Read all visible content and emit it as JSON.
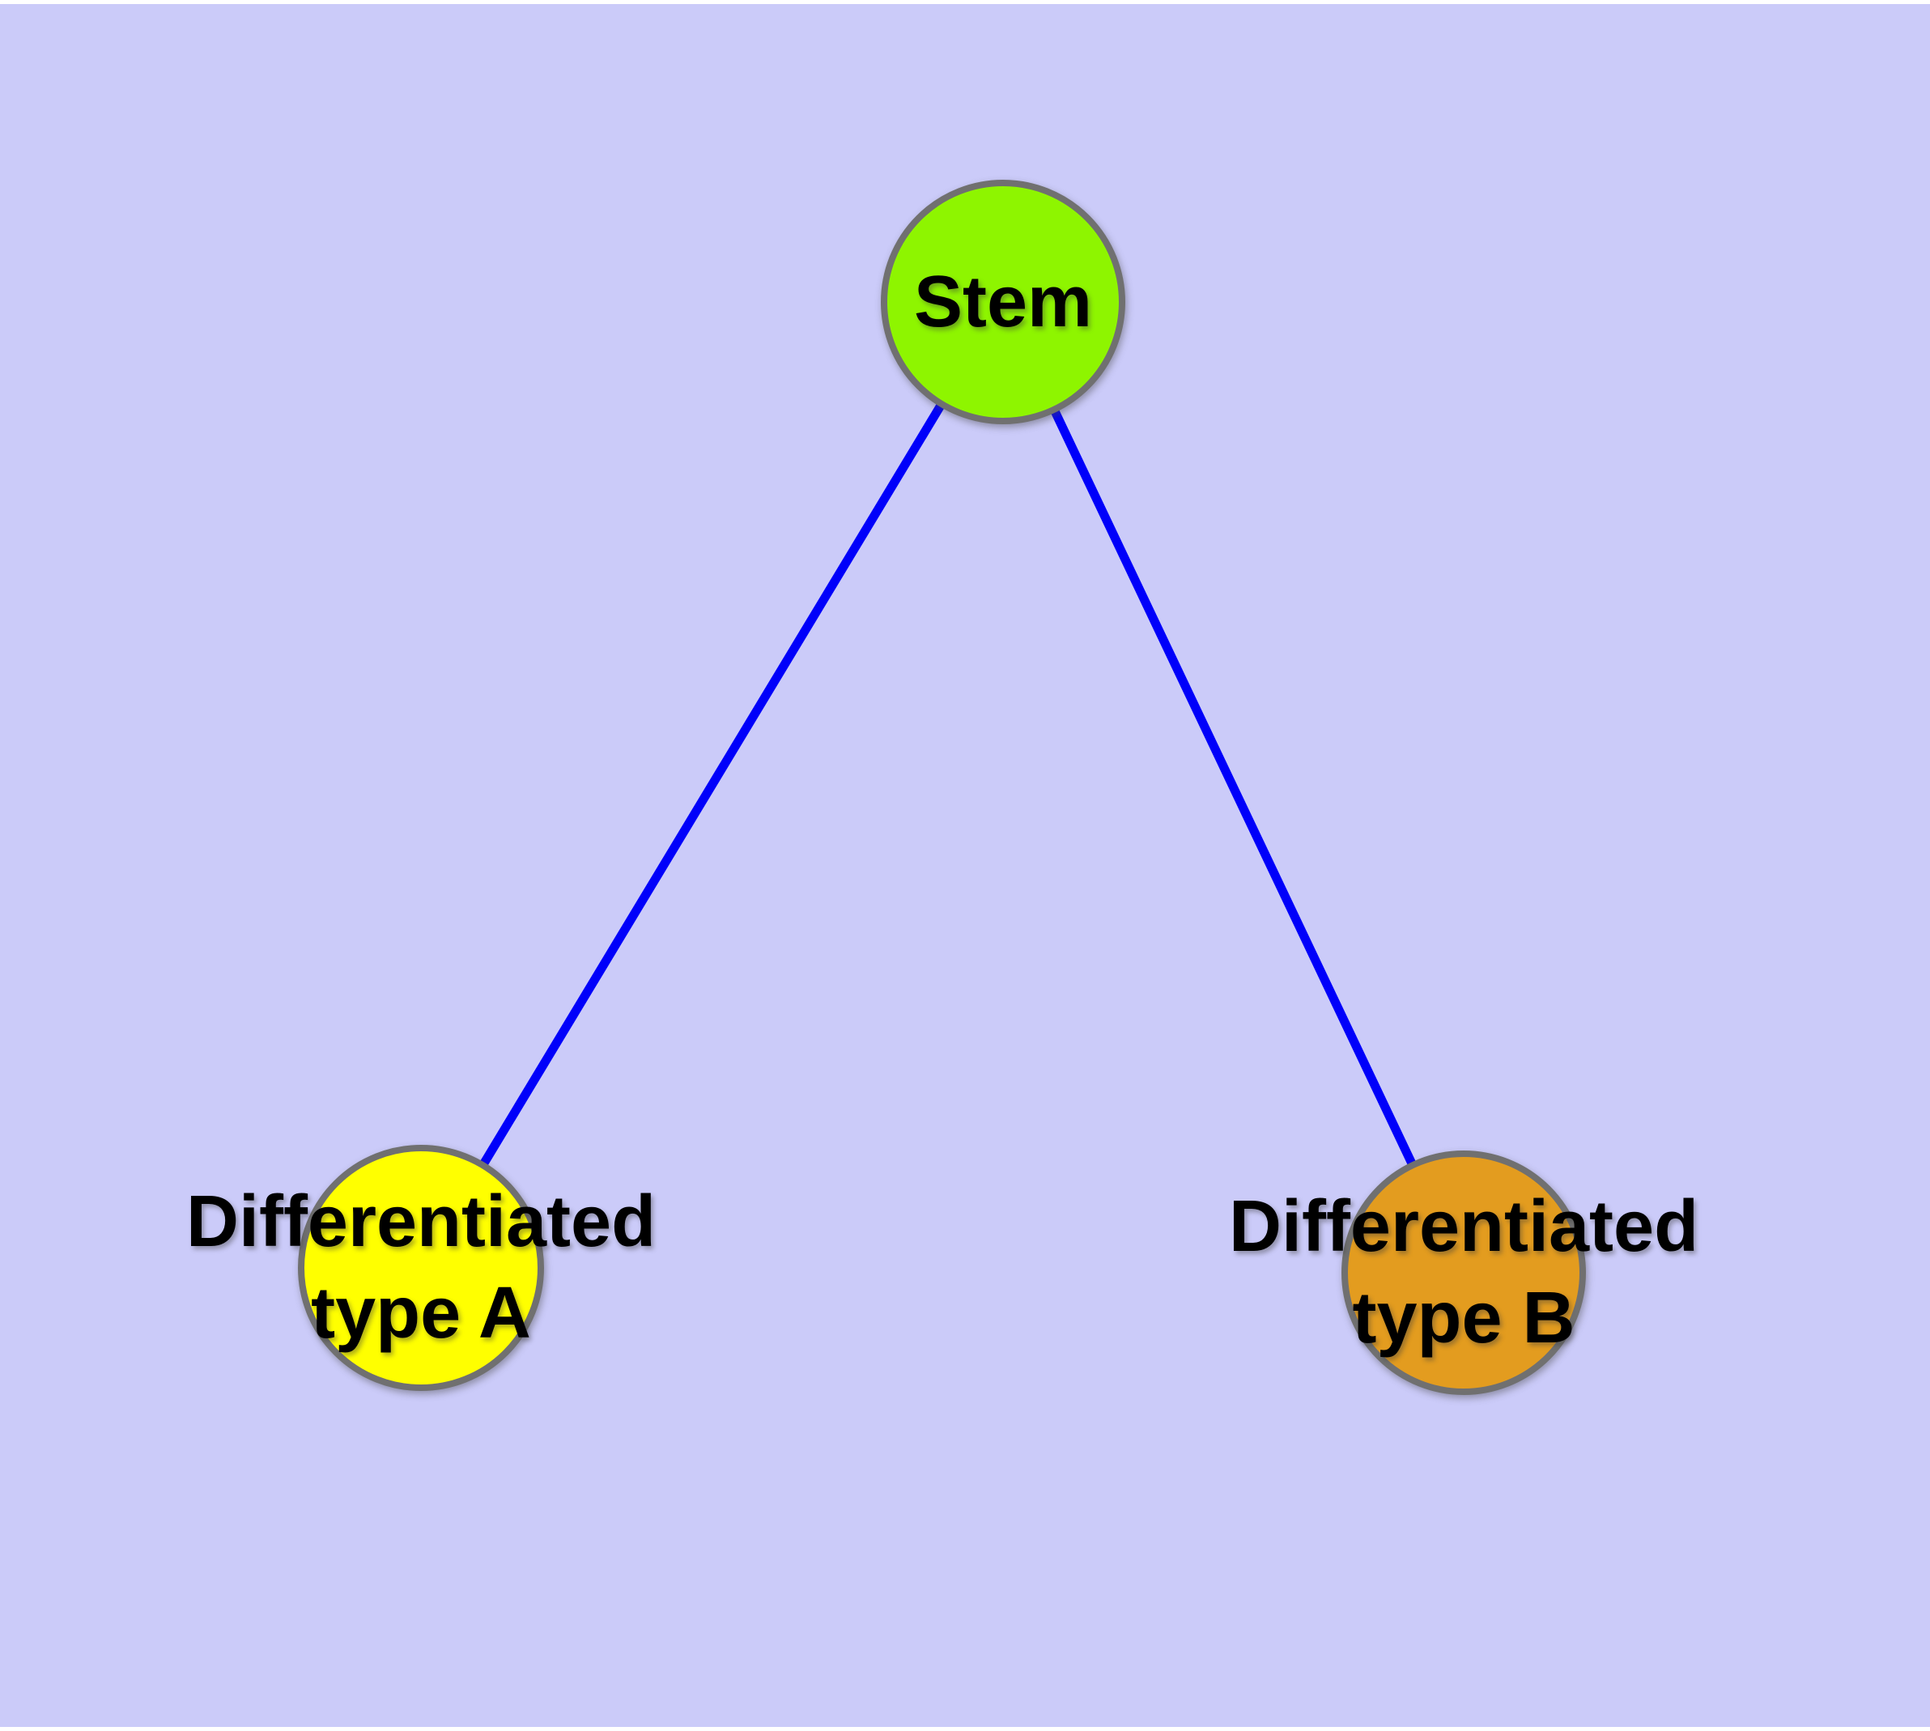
{
  "diagram": {
    "background_color": "#CBCBF9",
    "frame_color": "#FFFFFF",
    "text_color": "#000000",
    "node_border_color": "#707070",
    "edge_color": "#0000FA",
    "nodes": [
      {
        "id": "stem",
        "label": "Stem",
        "fill": "#8EF500"
      },
      {
        "id": "type-a",
        "label": "Differentiated\ntype A",
        "fill": "#FFFF00"
      },
      {
        "id": "type-b",
        "label": "Differentiated\ntype B",
        "fill": "#E39C1F"
      }
    ],
    "edges": [
      {
        "from": "stem",
        "to": "type-a"
      },
      {
        "from": "stem",
        "to": "type-b"
      }
    ]
  }
}
